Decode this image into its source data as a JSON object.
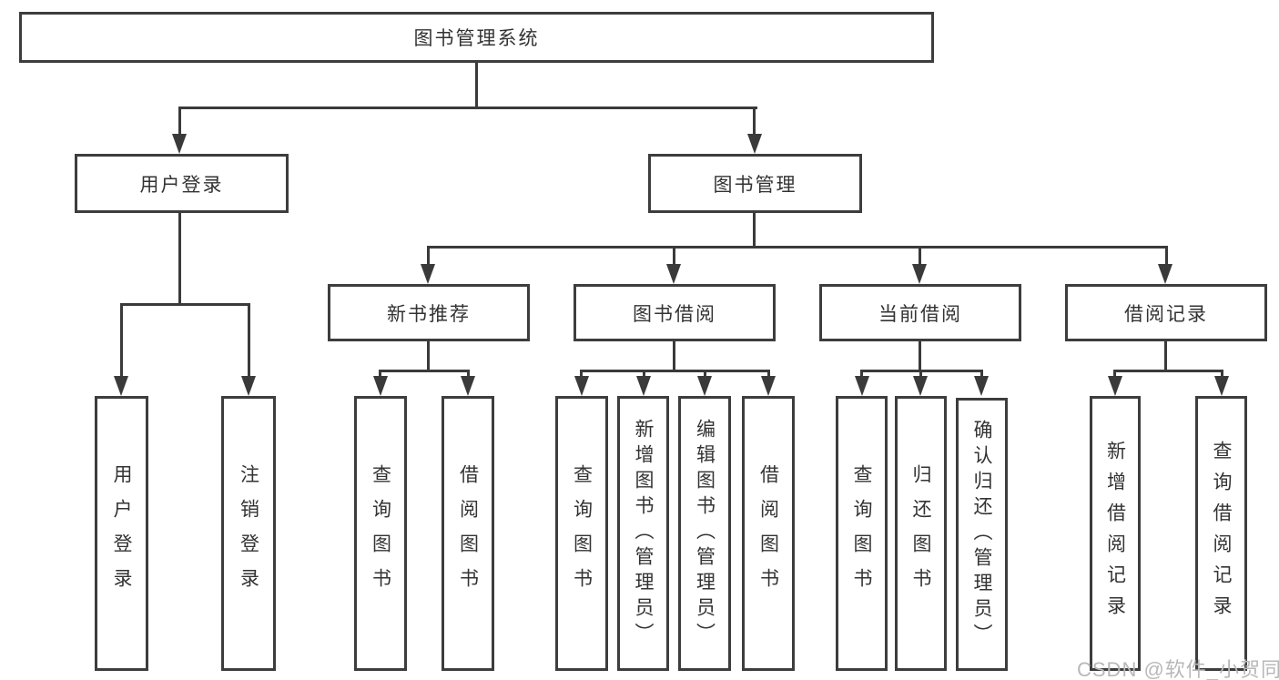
{
  "style_colors": {
    "background": "#ffffff",
    "box_border": "#3d3d3d",
    "connector_line": "#3a3a3a",
    "label_text": "#333333",
    "watermark_text": "#b8b8b8"
  },
  "watermark": {
    "text": "CSDN @软件_小贺同学"
  },
  "tree": {
    "label": "图书管理系统",
    "children": [
      {
        "label": "用户登录",
        "children": [
          {
            "label": "用户登录"
          },
          {
            "label": "注销登录"
          }
        ]
      },
      {
        "label": "图书管理",
        "children": [
          {
            "label": "新书推荐",
            "children": [
              {
                "label": "查询图书"
              },
              {
                "label": "借阅图书"
              }
            ]
          },
          {
            "label": "图书借阅",
            "children": [
              {
                "label": "查询图书"
              },
              {
                "label": "新增图书（管理员）"
              },
              {
                "label": "编辑图书（管理员）"
              },
              {
                "label": "借阅图书"
              }
            ]
          },
          {
            "label": "当前借阅",
            "children": [
              {
                "label": "查询图书"
              },
              {
                "label": "归还图书"
              },
              {
                "label": "确认归还（管理员）"
              }
            ]
          },
          {
            "label": "借阅记录",
            "children": [
              {
                "label": "新增借阅记录"
              },
              {
                "label": "查询借阅记录"
              }
            ]
          }
        ]
      }
    ]
  }
}
